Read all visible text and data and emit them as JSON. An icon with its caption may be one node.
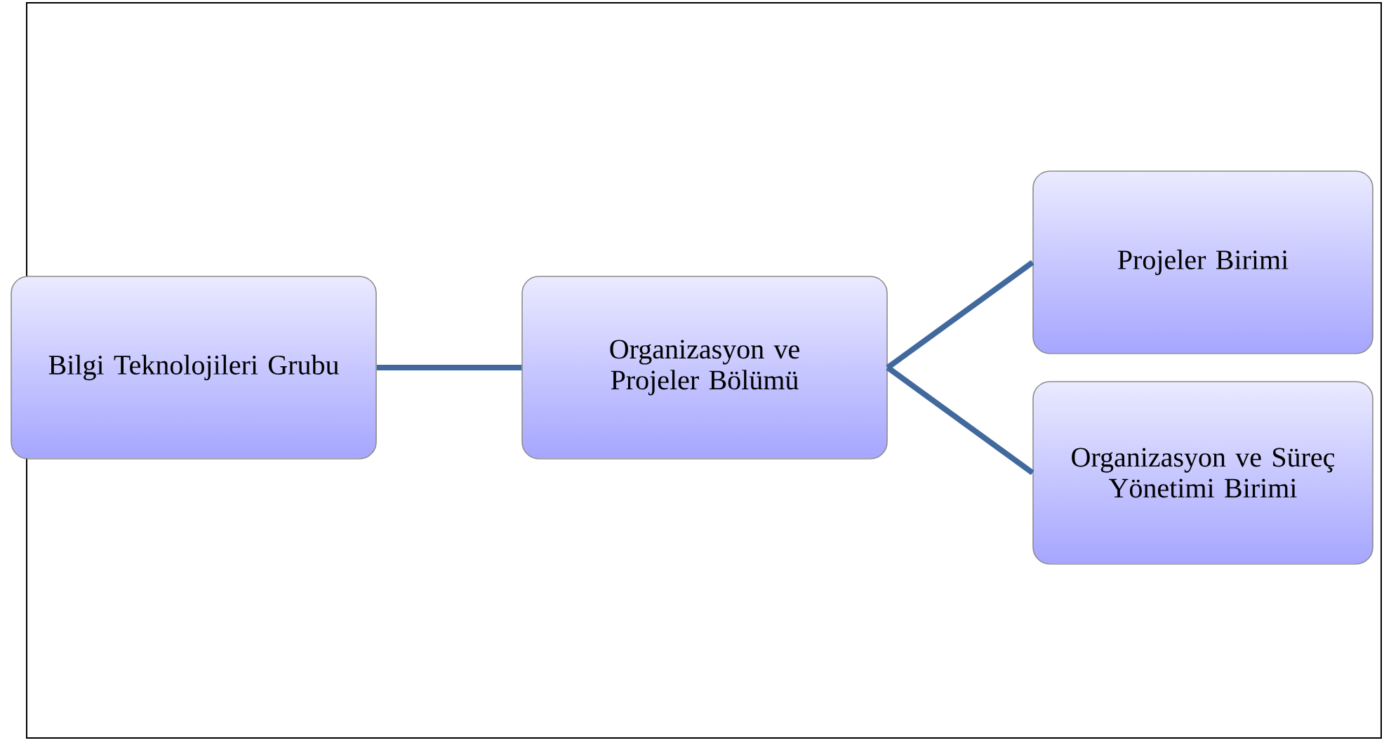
{
  "diagram": {
    "nodes": [
      {
        "text": [
          "Bilgi Teknolojileri Grubu"
        ]
      },
      {
        "text": [
          "Organizasyon ve Projeler Bölümü"
        ]
      },
      {
        "text": [
          "Projeler Birimi"
        ]
      },
      {
        "text": [
          "Organizasyon ve Süreç Yönetimi Birimi"
        ]
      }
    ],
    "edges": [
      {
        "from": 0,
        "to": 1,
        "arrow": "none"
      },
      {
        "from": 1,
        "to": 2,
        "arrow": "none"
      },
      {
        "from": 1,
        "to": 3,
        "arrow": "none"
      }
    ]
  }
}
